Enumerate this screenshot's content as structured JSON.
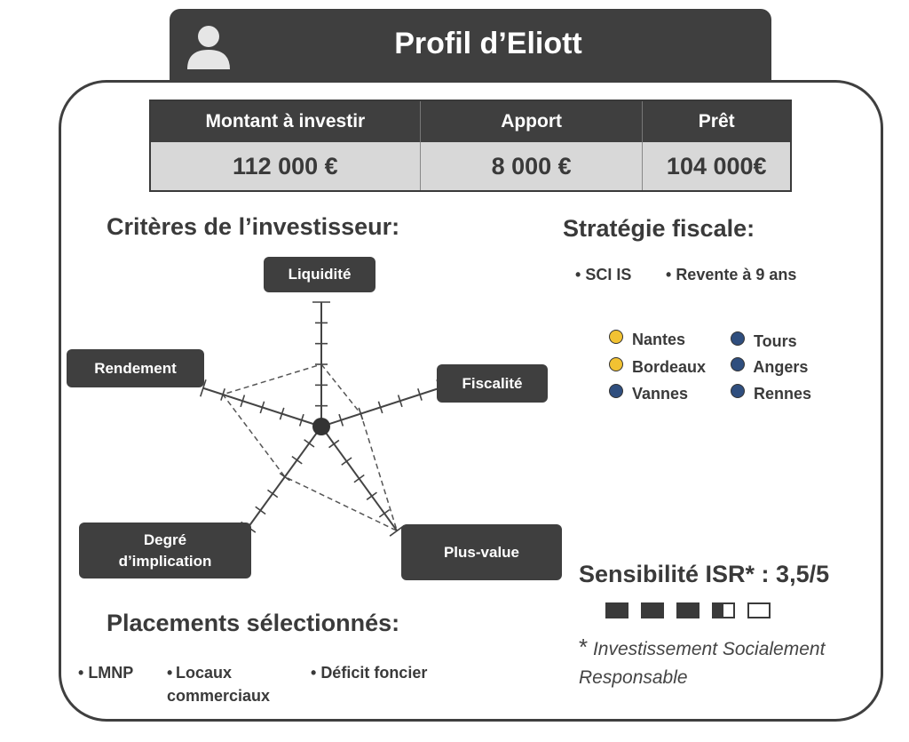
{
  "header": {
    "title": "Profil d’Eliott",
    "icon": "user-icon"
  },
  "finance": {
    "headers": [
      "Montant à investir",
      "Apport",
      "Prêt"
    ],
    "values": [
      "112 000 €",
      "8 000 €",
      "104 000€"
    ]
  },
  "criteria": {
    "title": "Critères de l’investisseur:",
    "axes": [
      "Liquidité",
      "Fiscalité",
      "Plus-value",
      "Degré d’implication",
      "Rendement"
    ],
    "ticks_per_axis": 6,
    "scores": [
      3,
      2,
      6,
      3,
      5
    ]
  },
  "fiscal": {
    "title": "Stratégie fiscale:",
    "items": [
      "SCI IS",
      "Revente à 9 ans"
    ],
    "cities": [
      {
        "name": "Nantes",
        "color": "#f2c232"
      },
      {
        "name": "Bordeaux",
        "color": "#f2c232"
      },
      {
        "name": "Vannes",
        "color": "#2f4e7e"
      },
      {
        "name": "Tours",
        "color": "#2f4e7e"
      },
      {
        "name": "Angers",
        "color": "#2f4e7e"
      },
      {
        "name": "Rennes",
        "color": "#2f4e7e"
      }
    ]
  },
  "isr": {
    "title": "Sensibilité ISR* : 3,5/5",
    "score": 3.5,
    "max": 5,
    "note_star": "*",
    "note": "Investissement Socialement Responsable"
  },
  "placements": {
    "title": "Placements sélectionnés:",
    "items": [
      "LMNP",
      "Locaux commerciaux",
      "Déficit foncier"
    ]
  },
  "colors": {
    "dark": "#3f3f3f",
    "table_row": "#d8d8d8",
    "yellow": "#f2c232",
    "blue": "#2f4e7e"
  }
}
